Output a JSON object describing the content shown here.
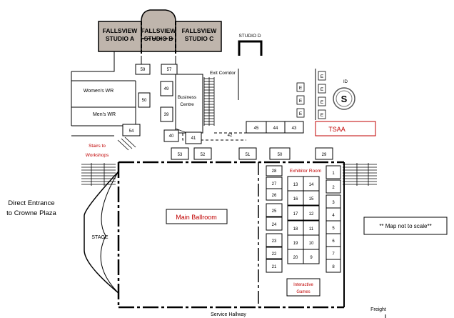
{
  "studios": {
    "a": [
      "FALLSVIEW",
      "STUDIO A"
    ],
    "b": [
      "FALLSVIEW",
      "STUDIO B"
    ],
    "c": [
      "FALLSVIEW",
      "STUDIO C"
    ],
    "d": "STUDIO D"
  },
  "rooms": {
    "womens_wr": "Women's WR",
    "mens_wr": "Men's WR",
    "business_centre": [
      "Business",
      "Centre"
    ],
    "exit_corridor": "Exit Corridor",
    "stairs": [
      "Stairs to",
      "Workshops"
    ],
    "direct_entrance": [
      "Direct Entrance",
      "to Crowne Plaza"
    ],
    "stage": "STAGE",
    "main_ballroom": "Main Ballroom",
    "exhibitor_room": "Exhibitor Room",
    "interactive_games": [
      "Interactive",
      "Games"
    ],
    "tsaa": "TSAA",
    "not_to_scale": "** Map not to scale**",
    "service_hallway": "Service Hallway",
    "freight": "Freight",
    "id_label": "ID",
    "e_label": "E",
    "sheraton_logo_letter": "S"
  },
  "booths": {
    "north": [
      "59",
      "57",
      "49",
      "50",
      "39",
      "54",
      "40",
      "41",
      "42",
      "45",
      "44",
      "43",
      "53",
      "52",
      "51",
      "50",
      "29"
    ],
    "west_column": [
      "28",
      "27",
      "26",
      "25",
      "24",
      "23",
      "22",
      "21"
    ],
    "center": [
      "13",
      "14",
      "16",
      "15",
      "17",
      "12",
      "18",
      "11",
      "19",
      "10",
      "20",
      "9"
    ],
    "east_column": [
      "1",
      "2",
      "3",
      "4",
      "5",
      "6",
      "7",
      "8"
    ]
  },
  "colors": {
    "studio_fill": "#bfb5ac",
    "accent_red": "#c00000"
  }
}
